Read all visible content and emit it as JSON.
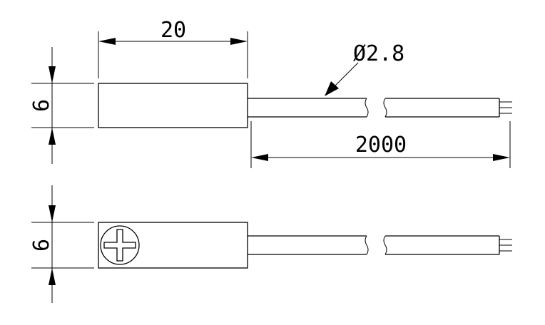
{
  "diagram": {
    "top_view": {
      "body_length_label": "20",
      "body_height_label": "6",
      "cable_diameter_label": "Ø2.8",
      "cable_length_label": "2000"
    },
    "bottom_view": {
      "body_height_label": "6"
    }
  },
  "colors": {
    "line": "#000000",
    "background": "#ffffff"
  }
}
